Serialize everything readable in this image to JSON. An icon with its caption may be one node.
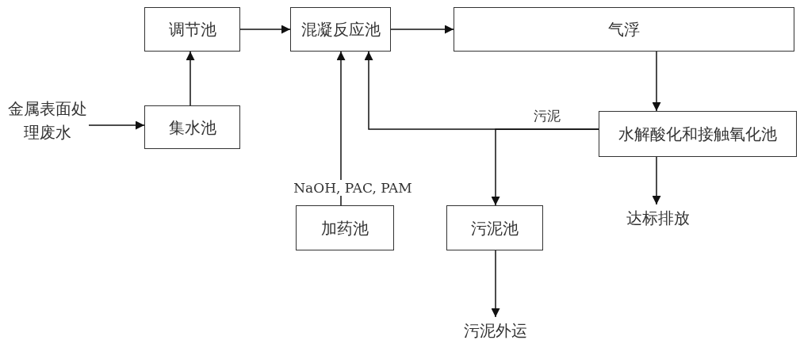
{
  "diagram": {
    "nodes": [
      {
        "text": [
          "金属表面处理废水"
        ]
      },
      {
        "text": [
          "集水池"
        ]
      },
      {
        "text": [
          "调节池"
        ]
      },
      {
        "text": [
          "混凝反应池"
        ]
      },
      {
        "text": [
          "气浮"
        ]
      },
      {
        "text": [
          "水解酸化和接触氧化池"
        ]
      },
      {
        "text": [
          "达标排放"
        ]
      },
      {
        "text": [
          "加药池"
        ]
      },
      {
        "text": [
          "污泥池"
        ]
      },
      {
        "text": [
          "污泥外运"
        ]
      }
    ],
    "edges": [
      {
        "from": 0,
        "to": 1,
        "arrow": "to"
      },
      {
        "from": 1,
        "to": 2,
        "arrow": "to"
      },
      {
        "from": 2,
        "to": 3,
        "arrow": "to"
      },
      {
        "from": 3,
        "to": 4,
        "arrow": "to"
      },
      {
        "from": 4,
        "to": 5,
        "arrow": "to"
      },
      {
        "from": 5,
        "to": 6,
        "arrow": "to"
      },
      {
        "from": 7,
        "to": 3,
        "arrow": "to",
        "label": "NaOH, PAC, PAM"
      },
      {
        "from": 5,
        "to": 3,
        "arrow": "to",
        "label": "污泥"
      },
      {
        "from": 5,
        "to": 8,
        "arrow": "to"
      },
      {
        "from": 8,
        "to": 9,
        "arrow": "to"
      }
    ]
  }
}
